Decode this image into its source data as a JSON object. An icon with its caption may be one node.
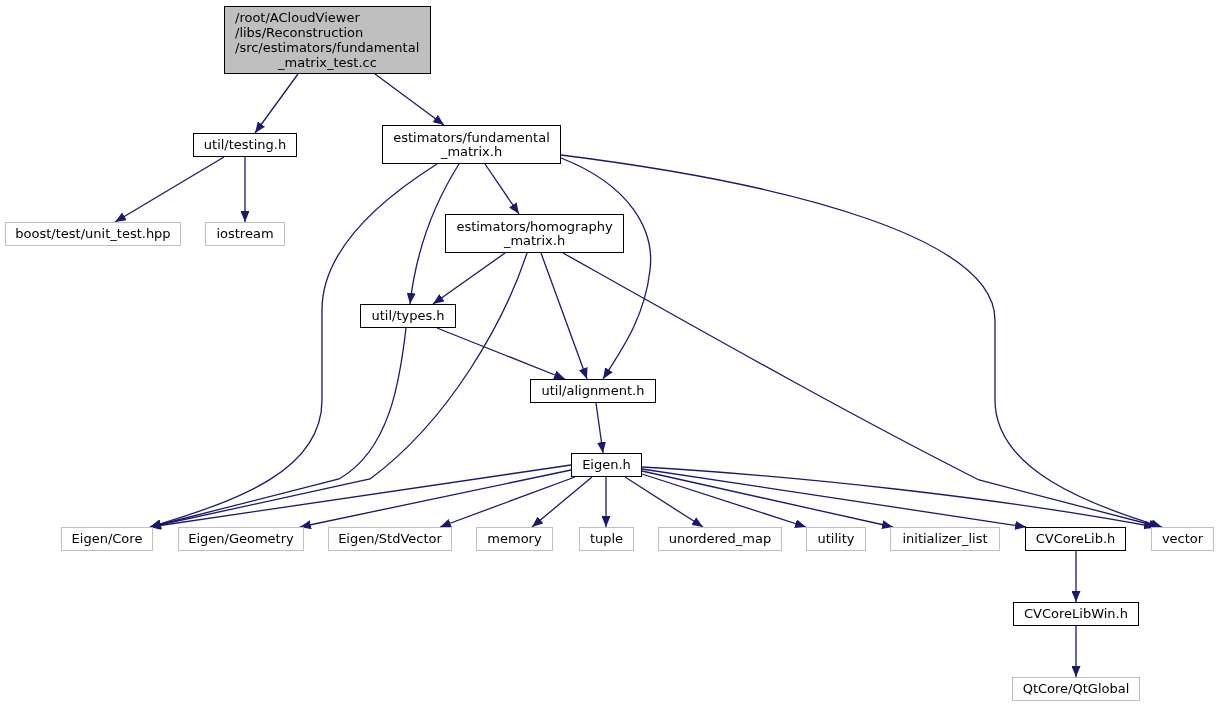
{
  "diagram": {
    "nodes": [
      {
        "text": [
          "/root/ACloudViewer /libs/Reconstruction /src/estimators/fundamental _matrix_test.cc"
        ]
      },
      {
        "text": [
          "util/testing.h"
        ]
      },
      {
        "text": [
          "estimators/fundamental _matrix.h"
        ]
      },
      {
        "text": [
          "boost/test/unit_test.hpp"
        ]
      },
      {
        "text": [
          "iostream"
        ]
      },
      {
        "text": [
          "estimators/homography _matrix.h"
        ]
      },
      {
        "text": [
          "util/types.h"
        ]
      },
      {
        "text": [
          "util/alignment.h"
        ]
      },
      {
        "text": [
          "Eigen.h"
        ]
      },
      {
        "text": [
          "Eigen/Core"
        ]
      },
      {
        "text": [
          "Eigen/Geometry"
        ]
      },
      {
        "text": [
          "Eigen/StdVector"
        ]
      },
      {
        "text": [
          "memory"
        ]
      },
      {
        "text": [
          "tuple"
        ]
      },
      {
        "text": [
          "unordered_map"
        ]
      },
      {
        "text": [
          "utility"
        ]
      },
      {
        "text": [
          "initializer_list"
        ]
      },
      {
        "text": [
          "CVCoreLib.h"
        ]
      },
      {
        "text": [
          "vector"
        ]
      },
      {
        "text": [
          "CVCoreLibWin.h"
        ]
      },
      {
        "text": [
          "QtCore/QtGlobal"
        ]
      }
    ],
    "edges": [
      {
        "from": 0,
        "to": 1,
        "arrow": "to"
      },
      {
        "from": 0,
        "to": 2,
        "arrow": "to"
      },
      {
        "from": 1,
        "to": 3,
        "arrow": "to"
      },
      {
        "from": 1,
        "to": 4,
        "arrow": "to"
      },
      {
        "from": 2,
        "to": 9,
        "arrow": "to"
      },
      {
        "from": 2,
        "to": 6,
        "arrow": "to"
      },
      {
        "from": 2,
        "to": 5,
        "arrow": "to"
      },
      {
        "from": 2,
        "to": 7,
        "arrow": "to"
      },
      {
        "from": 2,
        "to": 18,
        "arrow": "to"
      },
      {
        "from": 5,
        "to": 6,
        "arrow": "to"
      },
      {
        "from": 5,
        "to": 9,
        "arrow": "to"
      },
      {
        "from": 5,
        "to": 7,
        "arrow": "to"
      },
      {
        "from": 5,
        "to": 18,
        "arrow": "to"
      },
      {
        "from": 6,
        "to": 7,
        "arrow": "to"
      },
      {
        "from": 6,
        "to": 9,
        "arrow": "to"
      },
      {
        "from": 7,
        "to": 8,
        "arrow": "to"
      },
      {
        "from": 8,
        "to": 9,
        "arrow": "to"
      },
      {
        "from": 8,
        "to": 10,
        "arrow": "to"
      },
      {
        "from": 8,
        "to": 11,
        "arrow": "to"
      },
      {
        "from": 8,
        "to": 12,
        "arrow": "to"
      },
      {
        "from": 8,
        "to": 13,
        "arrow": "to"
      },
      {
        "from": 8,
        "to": 14,
        "arrow": "to"
      },
      {
        "from": 8,
        "to": 15,
        "arrow": "to"
      },
      {
        "from": 8,
        "to": 16,
        "arrow": "to"
      },
      {
        "from": 8,
        "to": 17,
        "arrow": "to"
      },
      {
        "from": 8,
        "to": 18,
        "arrow": "to"
      },
      {
        "from": 17,
        "to": 19,
        "arrow": "to"
      },
      {
        "from": 19,
        "to": 20,
        "arrow": "to"
      }
    ]
  }
}
